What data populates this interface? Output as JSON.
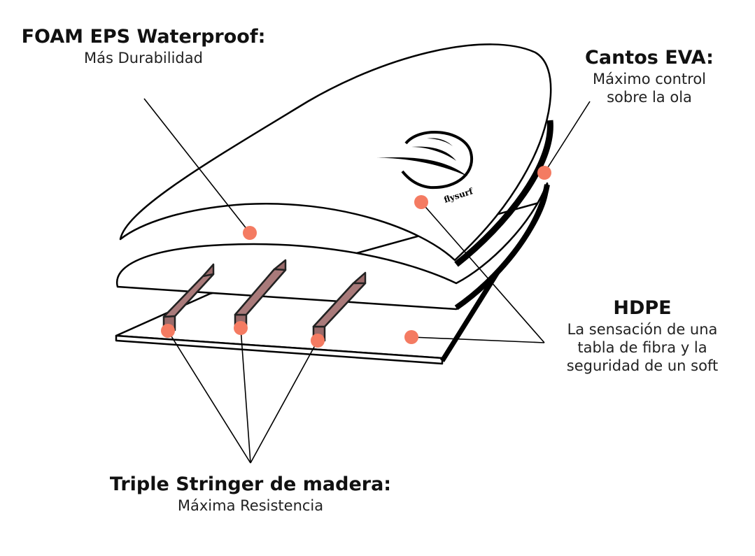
{
  "labels": {
    "foam": {
      "title": "FOAM EPS Waterproof:",
      "lines": [
        "Más Durabilidad"
      ]
    },
    "eva": {
      "title": "Cantos EVA:",
      "lines": [
        "Máximo control",
        "sobre la ola"
      ]
    },
    "hdpe": {
      "title": "HDPE",
      "lines": [
        "La sensación de una",
        "tabla de fibra y la",
        "seguridad de un soft"
      ]
    },
    "stringer": {
      "title": "Triple Stringer de madera:",
      "lines": [
        "Máxima Resistencia"
      ]
    }
  },
  "logo": {
    "text": "flysurf"
  },
  "colors": {
    "dot": "#f47b62",
    "stringer": "#9a6a6a",
    "outline": "#000000"
  }
}
